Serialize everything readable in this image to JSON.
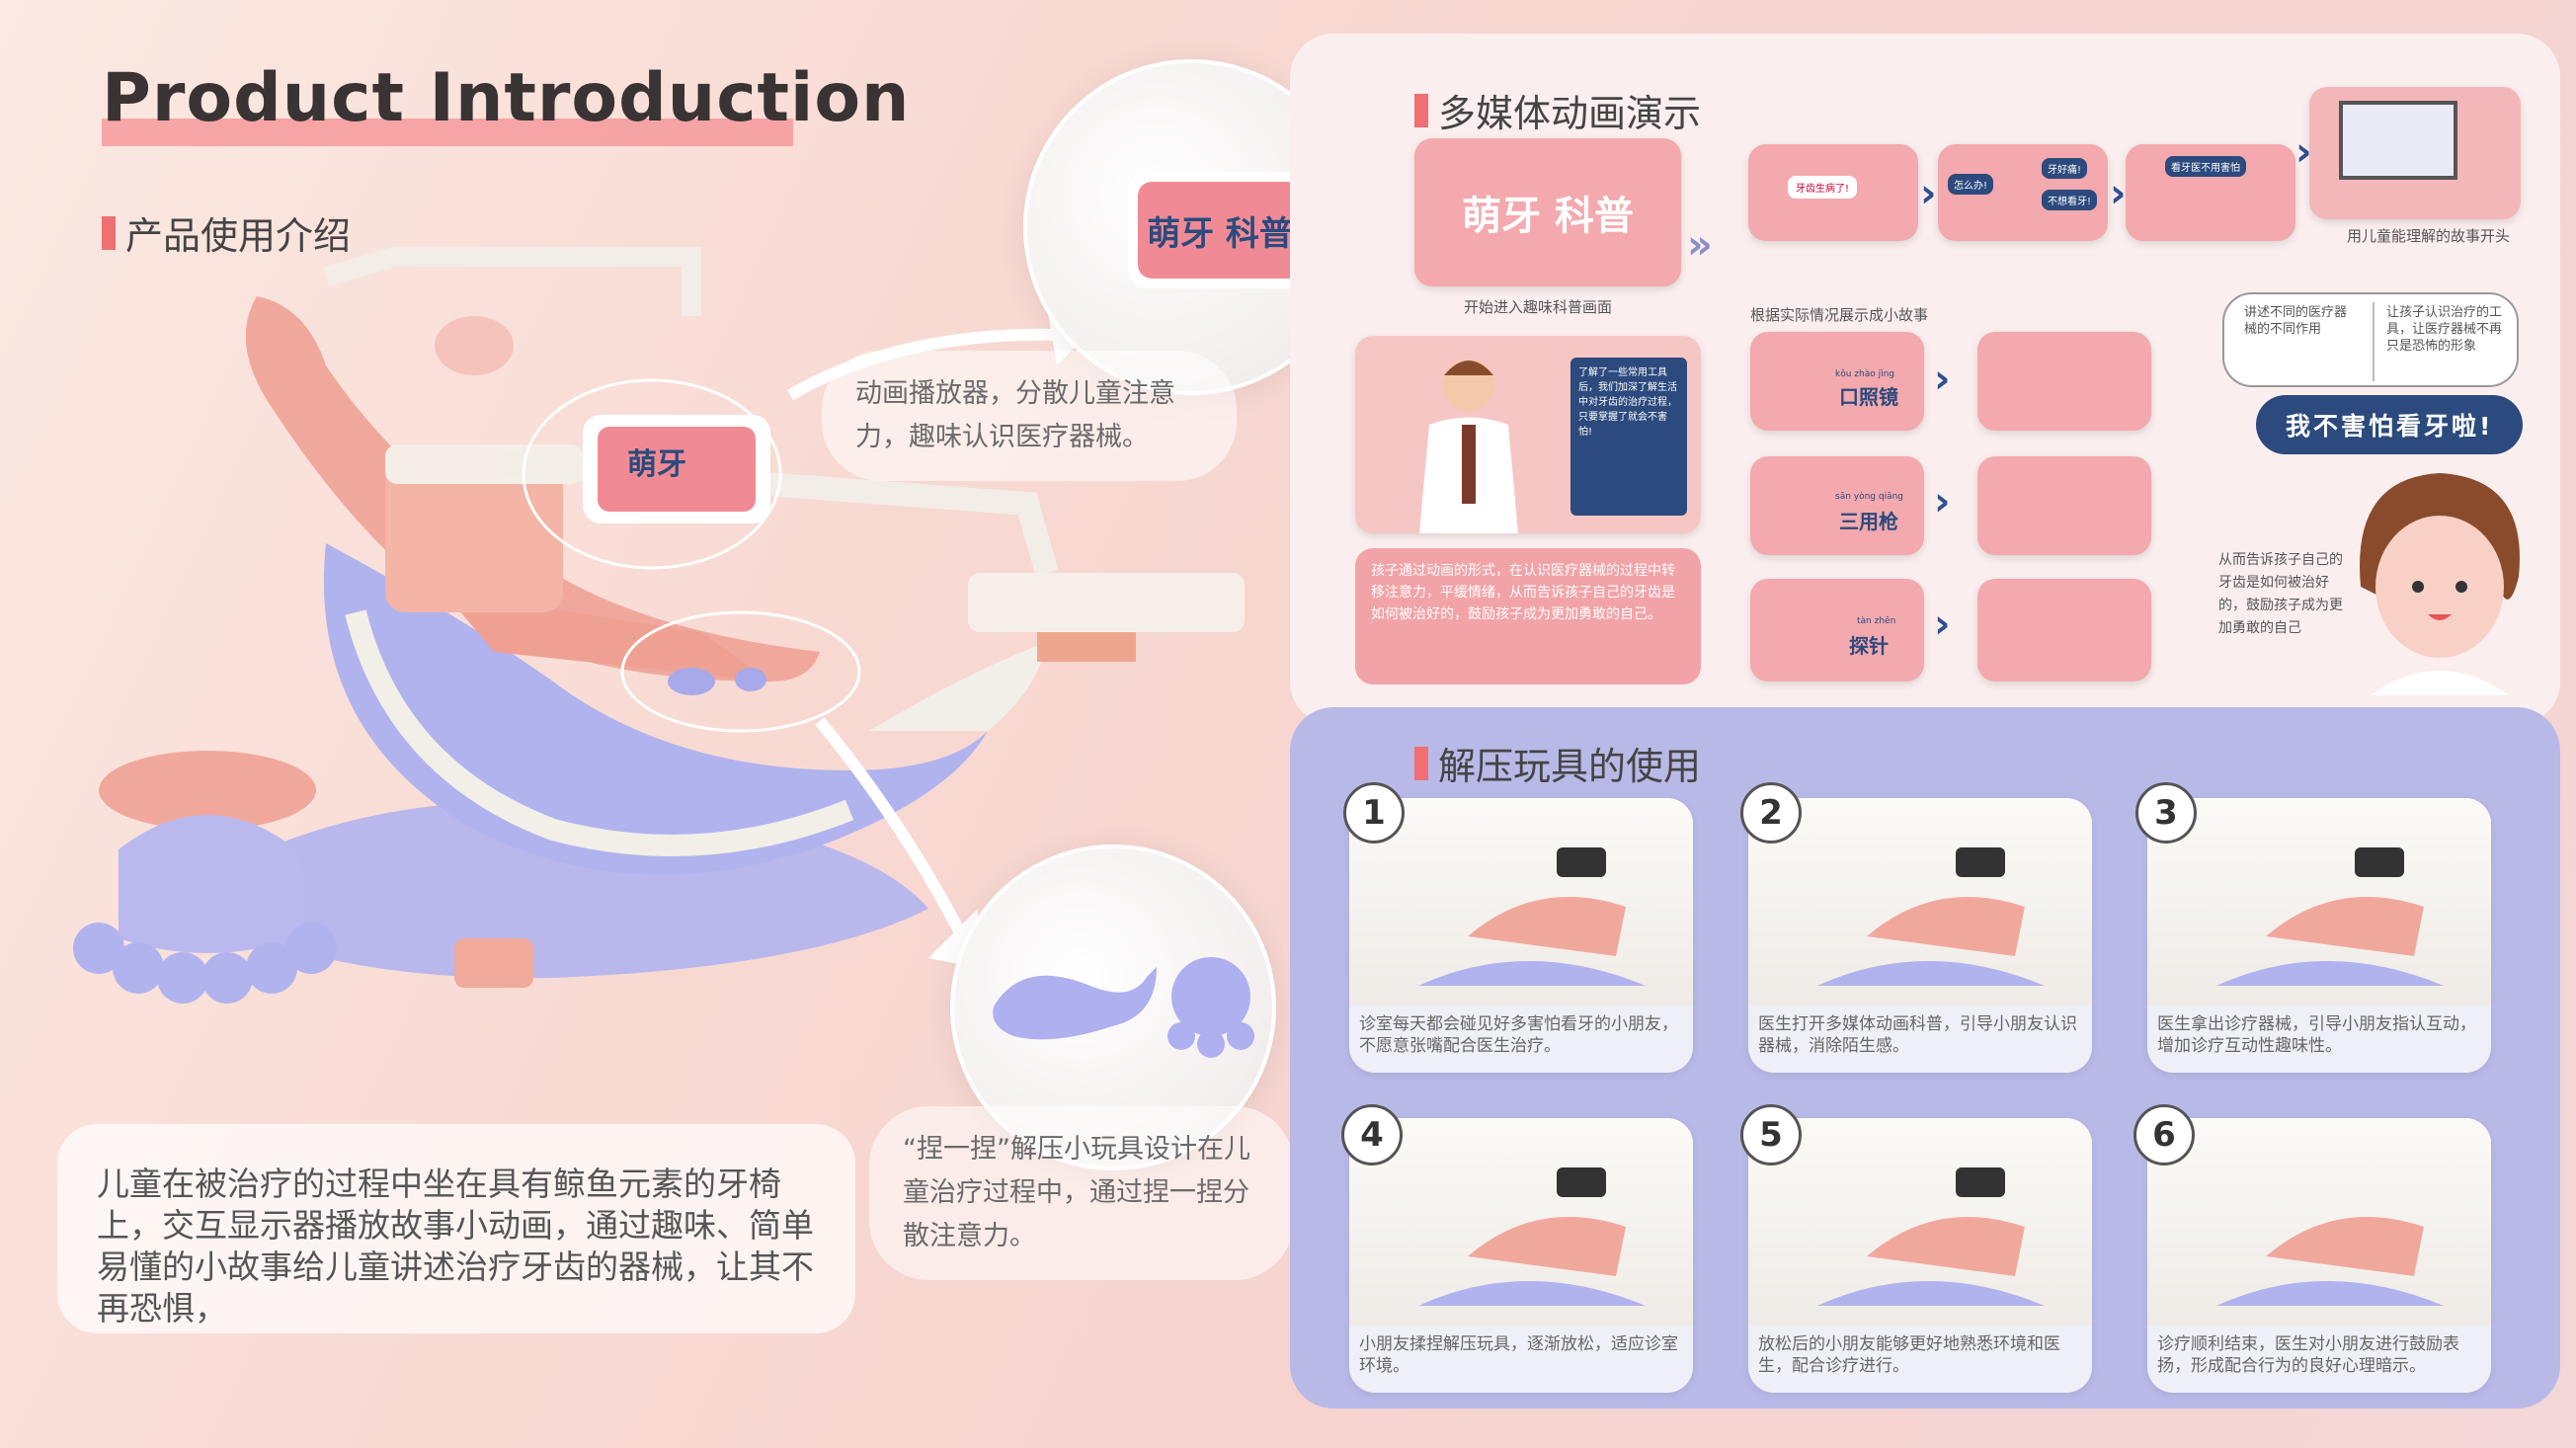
{
  "header": {
    "title": "Product Introduction",
    "subtitle": "产品使用介绍"
  },
  "left": {
    "player_caption": "动画播放器，分散儿童注意力，趣味认识医疗器械。",
    "toy_caption": "“捏一捏”解压小玩具设计在儿童治疗过程中，通过捏一捏分散注意力。",
    "description": "儿童在被治疗的过程中坐在具有鲸鱼元素的牙椅上，交互显示器播放故事小动画，通过趣味、简单易懂的小故事给儿童讲述治疗牙齿的器械，让其不再恐惧，",
    "screen_logo": "萌牙 科普"
  },
  "multimedia": {
    "title": "多媒体动画演示",
    "intro_caption": "开始进入趣味科普画面",
    "story_start_caption": "用儿童能理解的故事开头",
    "story_caption": "根据实际情况展示成小故事",
    "doctor_board": "了解了一些常用工具后，我们加深了解生活中对牙齿的治疗过程，只要掌握了就会不害怕!",
    "pink_note": "孩子通过动画的形式，在认识医疗器械的过程中转移注意力，平缓情绪，从而告诉孩子自己的牙齿是如何被治好的，鼓励孩子成为更加勇敢的自己。",
    "tools": [
      {
        "pinyin": "kǒu zhào jìng",
        "name": "口照镜"
      },
      {
        "pinyin": "sān yòng qiāng",
        "name": "三用枪"
      },
      {
        "pinyin": "tàn zhēn",
        "name": "探针"
      }
    ],
    "tip_left": "讲述不同的医疗器械的不同作用",
    "tip_right": "让孩子认识治疗的工具，让医疗器械不再只是恐怖的形象",
    "speech": "我不害怕看牙啦!",
    "kid_caption": "从而告诉孩子自己的牙齿是如何被治好的，鼓励孩子成为更加勇敢的自己",
    "story_bubbles": [
      "牙齿生病了!",
      "怎么办!",
      "牙好痛!",
      "不想看牙!",
      "看牙医不用害怕"
    ]
  },
  "toys": {
    "title": "解压玩具的使用",
    "steps": [
      {
        "num": "1",
        "text": "诊室每天都会碰见好多害怕看牙的小朋友，不愿意张嘴配合医生治疗。"
      },
      {
        "num": "2",
        "text": "医生打开多媒体动画科普，引导小朋友认识器械，消除陌生感。"
      },
      {
        "num": "3",
        "text": "医生拿出诊疗器械，引导小朋友指认互动，增加诊疗互动性趣味性。"
      },
      {
        "num": "4",
        "text": "小朋友揉捏解压玩具，逐渐放松，适应诊室环境。"
      },
      {
        "num": "5",
        "text": "放松后的小朋友能够更好地熟悉环境和医生，配合诊疗进行。"
      },
      {
        "num": "6",
        "text": "诊疗顺利结束，医生对小朋友进行鼓励表扬，形成配合行为的良好心理暗示。"
      }
    ]
  },
  "colors": {
    "accent": "#ef6f72",
    "navy": "#2c4a7d",
    "lavender": "#b9b9e8",
    "pink": "#f3a9ad"
  }
}
